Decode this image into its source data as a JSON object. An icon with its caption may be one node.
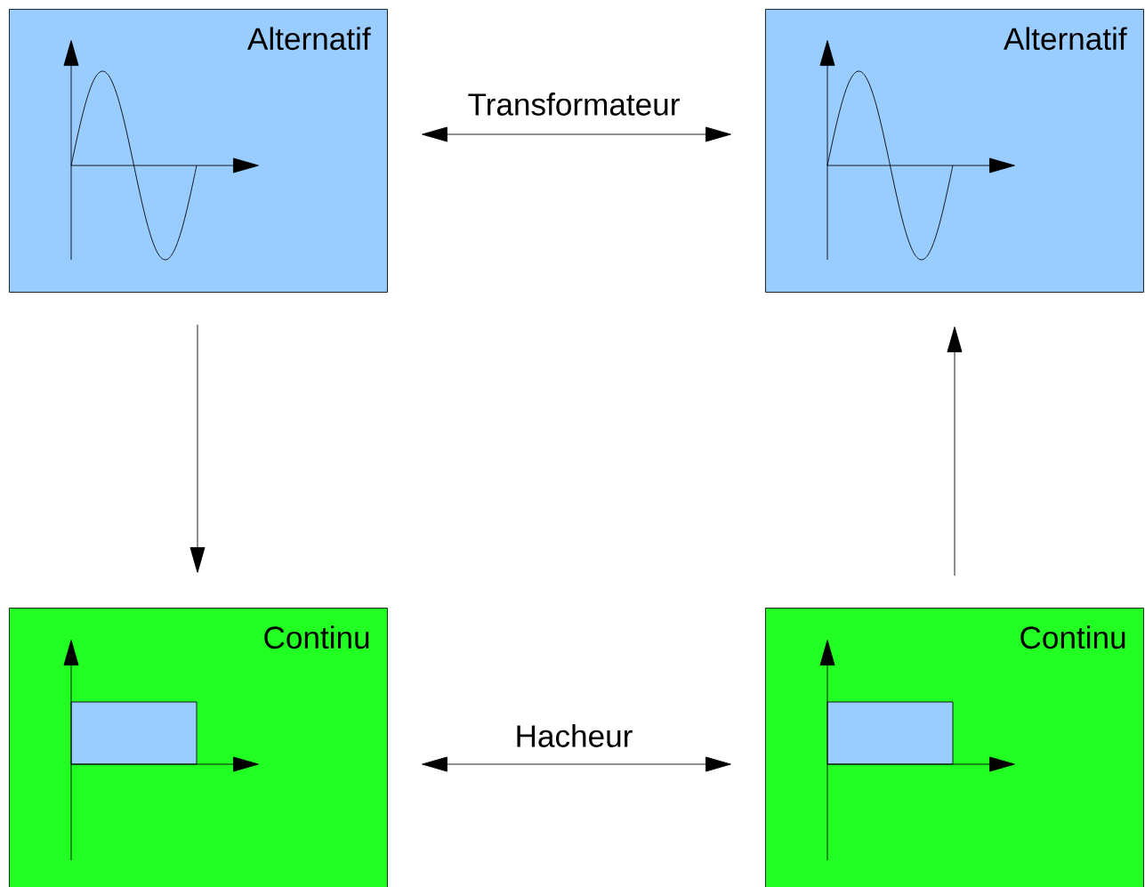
{
  "diagram": {
    "nodes": [
      {
        "text": [
          "Alternatif"
        ]
      },
      {
        "text": [
          "Alternatif"
        ]
      },
      {
        "text": [
          "Continu"
        ]
      },
      {
        "text": [
          "Continu"
        ]
      }
    ],
    "edges": [
      {
        "from": 0,
        "to": 1,
        "arrow": "both",
        "label": "Transformateur"
      },
      {
        "from": 2,
        "to": 3,
        "arrow": "both",
        "label": "Hacheur"
      },
      {
        "from": 0,
        "to": 2,
        "arrow": "to"
      },
      {
        "from": 3,
        "to": 1,
        "arrow": "to"
      }
    ]
  }
}
